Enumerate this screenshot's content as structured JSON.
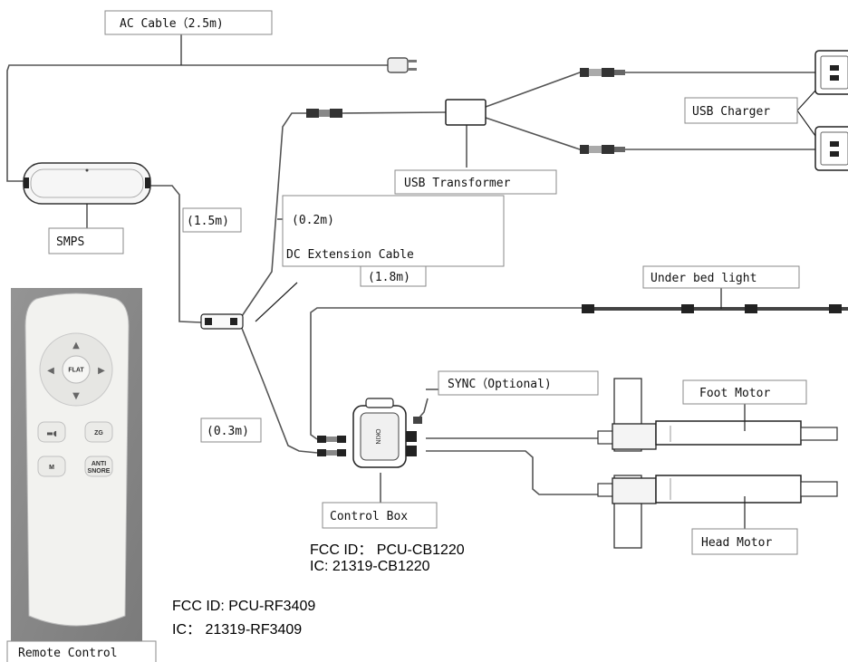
{
  "labels": {
    "ac_cable": "AC Cable（2.5m)",
    "smps": "SMPS",
    "len_1_5m": "(1.5m)",
    "len_0_2m": "(0.2m)",
    "dc_extension": "DC Extension Cable",
    "len_1_8m": "(1.8m)",
    "usb_transformer": "USB Transformer",
    "usb_charger": "USB Charger",
    "under_bed_light": "Under bed light",
    "sync_optional": "SYNC（Optional)",
    "foot_motor": "Foot Motor",
    "head_motor": "Head Motor",
    "len_0_3m": "(0.3m)",
    "control_box": "Control Box",
    "remote_control": "Remote Control"
  },
  "fcc": {
    "control_box_fcc": "FCC ID： PCU-CB1220",
    "control_box_ic": "IC: 21319-CB1220",
    "remote_fcc": "FCC ID: PCU-RF3409",
    "remote_ic": "IC： 21319-RF3409"
  },
  "remote_buttons": {
    "flat": "FLAT",
    "zg": "ZG",
    "m": "M",
    "anti": "ANTI",
    "snore": "SNORE"
  },
  "control_box_brand": "OKIN"
}
